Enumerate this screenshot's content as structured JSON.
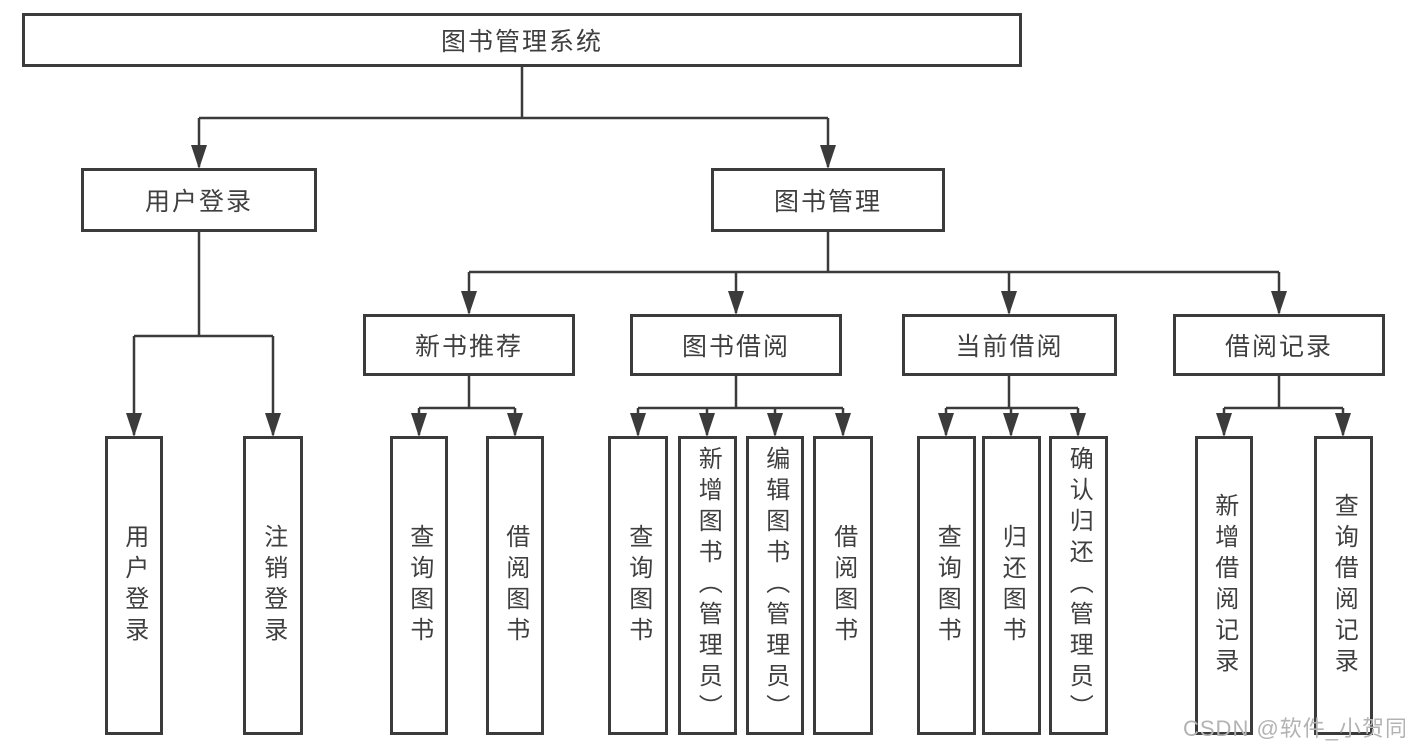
{
  "diagram": {
    "root": {
      "label": "图书管理系统"
    },
    "level2": {
      "user_login": {
        "label": "用户登录"
      },
      "book_mgmt": {
        "label": "图书管理"
      }
    },
    "level3": {
      "new_book_rec": {
        "label": "新书推荐"
      },
      "book_borrow": {
        "label": "图书借阅"
      },
      "current_borrow": {
        "label": "当前借阅"
      },
      "borrow_records": {
        "label": "借阅记录"
      }
    },
    "leaves": {
      "user_login_leaf": {
        "label": "用户登录"
      },
      "logout_leaf": {
        "label": "注销登录"
      },
      "rec_query_books": {
        "label": "查询图书"
      },
      "rec_borrow_books": {
        "label": "借阅图书"
      },
      "borrow_query_books": {
        "label": "查询图书"
      },
      "borrow_add_books_admin": {
        "label": "新增图书（管理员）"
      },
      "borrow_edit_books_admin": {
        "label": "编辑图书（管理员）"
      },
      "borrow_borrow_books": {
        "label": "借阅图书"
      },
      "current_query_books": {
        "label": "查询图书"
      },
      "current_return_books": {
        "label": "归还图书"
      },
      "current_confirm_return_admin": {
        "label": "确认归还（管理员）"
      },
      "records_add_record": {
        "label": "新增借阅记录"
      },
      "records_query_record": {
        "label": "查询借阅记录"
      }
    },
    "watermark": "CSDN @软件_小贺同学"
  },
  "colors": {
    "line": "#3b3b3b",
    "text": "#3f3f3f",
    "box_bg": "#ffffff",
    "watermark": "#b3b3b3"
  }
}
